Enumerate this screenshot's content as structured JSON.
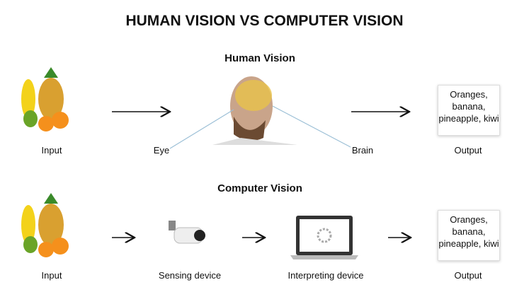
{
  "title": "HUMAN VISION VS COMPUTER VISION",
  "human": {
    "heading": "Human Vision",
    "input": "Input",
    "eye": "Eye",
    "brain": "Brain",
    "output_label": "Output",
    "output_text": "Oranges, banana, pineapple, kiwi"
  },
  "computer": {
    "heading": "Computer Vision",
    "input": "Input",
    "sensing": "Sensing device",
    "interpreting": "Interpreting device",
    "output_label": "Output",
    "output_text": "Oranges, banana, pineapple, kiwi"
  }
}
